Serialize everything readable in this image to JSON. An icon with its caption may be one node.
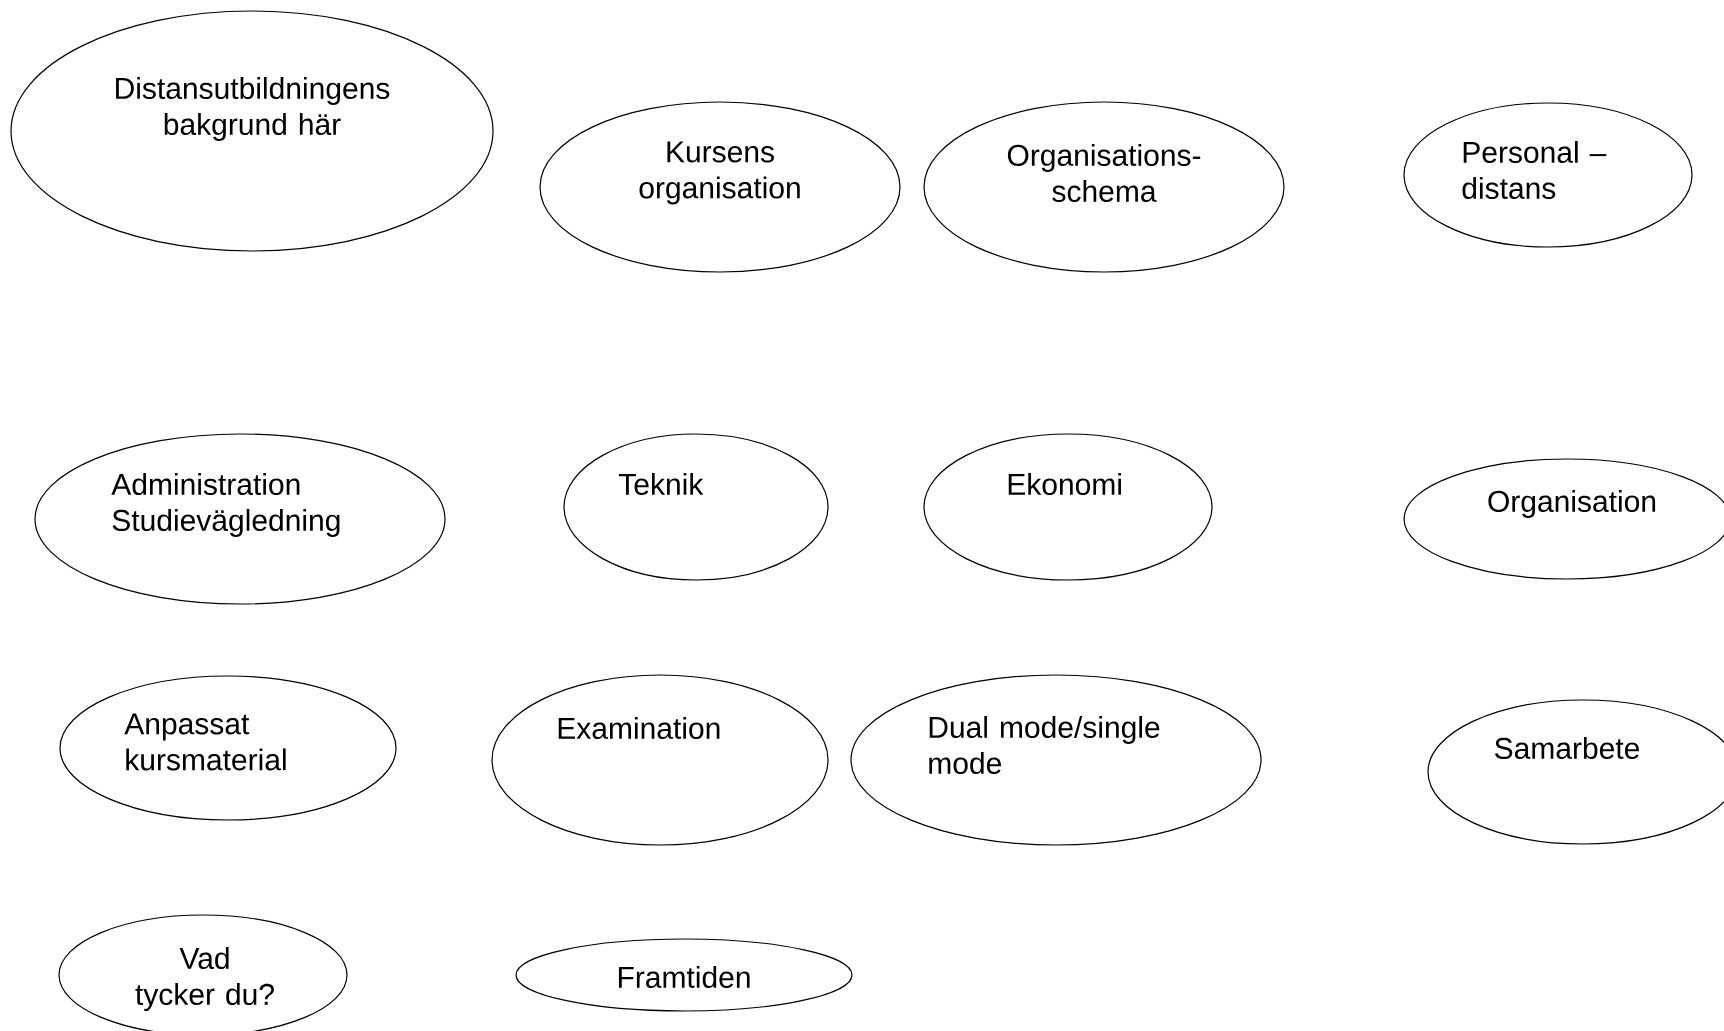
{
  "diagram": {
    "nodes": [
      {
        "text": [
          "Distansutbildningens bakgrund här"
        ]
      },
      {
        "text": [
          "Kursens organisation"
        ]
      },
      {
        "text": [
          "Organisations-schema"
        ]
      },
      {
        "text": [
          "Personal – distans"
        ]
      },
      {
        "text": [
          "Administration Studievägledning"
        ]
      },
      {
        "text": [
          "Teknik"
        ]
      },
      {
        "text": [
          "Ekonomi"
        ]
      },
      {
        "text": [
          "Organisation"
        ]
      },
      {
        "text": [
          "Anpassat kursmaterial"
        ]
      },
      {
        "text": [
          "Examination"
        ]
      },
      {
        "text": [
          "Dual mode/single mode"
        ]
      },
      {
        "text": [
          "Samarbete"
        ]
      },
      {
        "text": [
          "Vad tycker du?"
        ]
      },
      {
        "text": [
          "Framtiden"
        ]
      }
    ]
  }
}
